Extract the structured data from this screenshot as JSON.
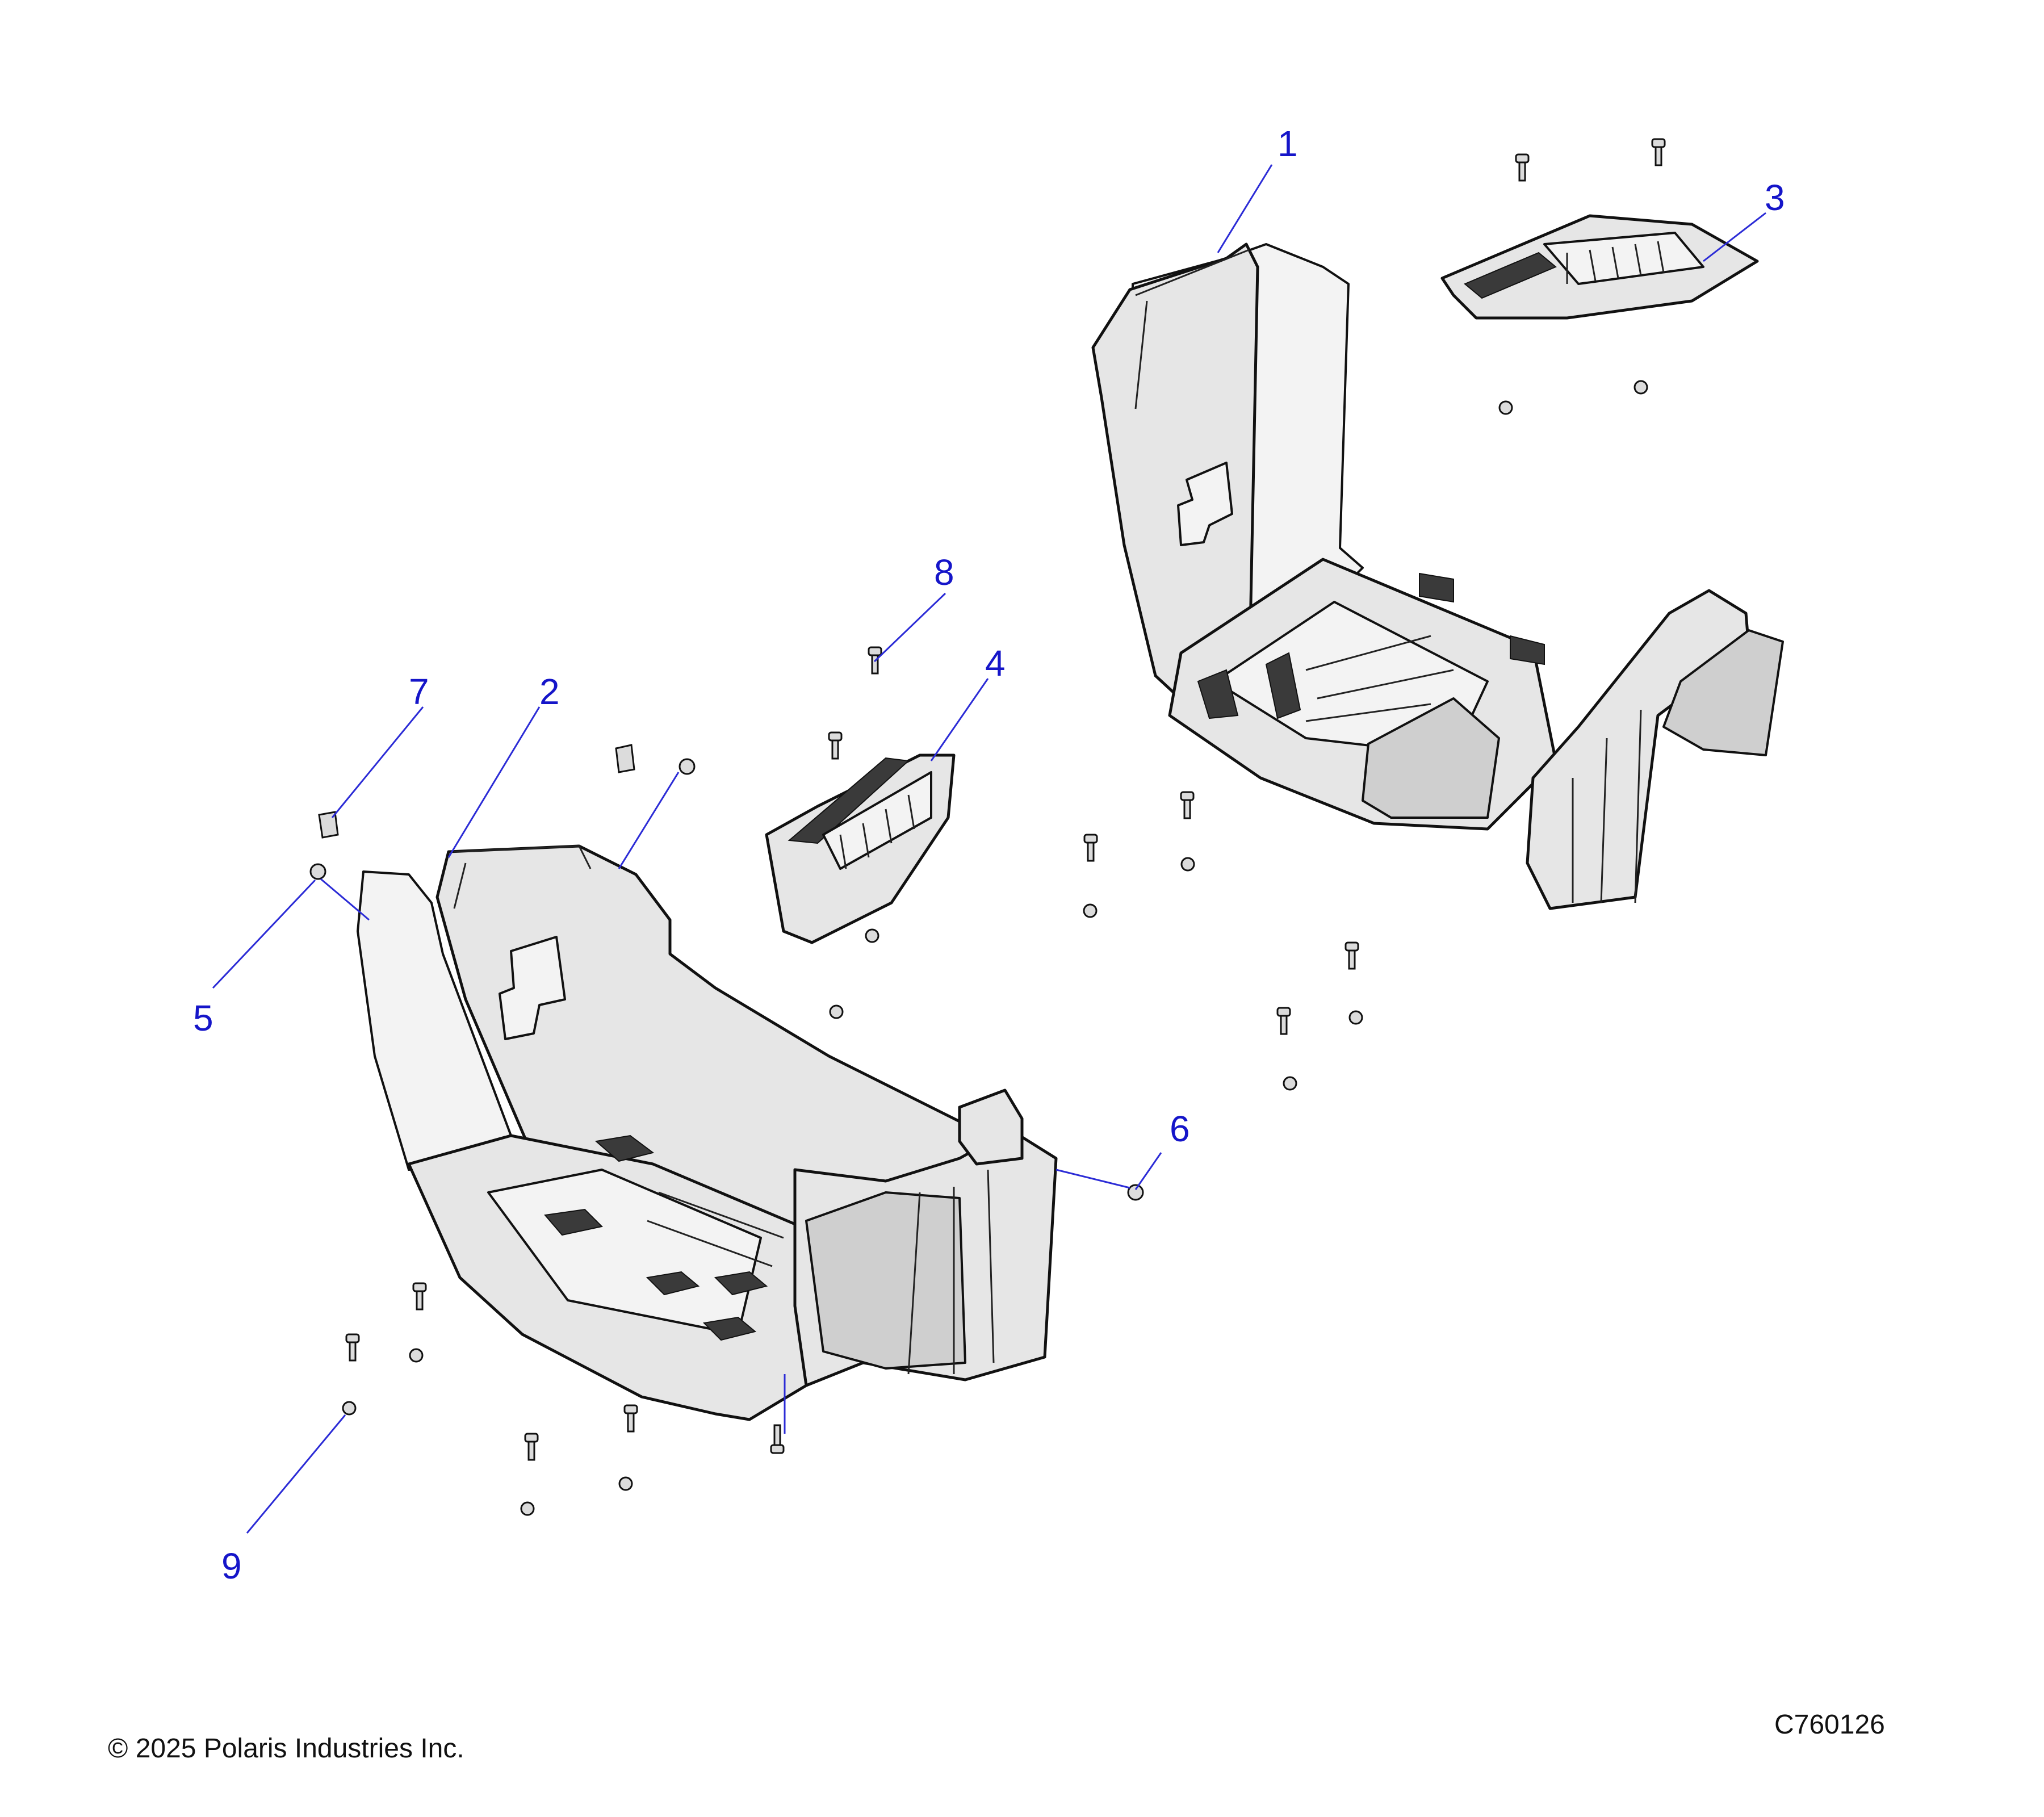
{
  "callouts": [
    "1",
    "2",
    "3",
    "4",
    "5",
    "6",
    "7",
    "8",
    "9"
  ],
  "footer": {
    "copyright": "© 2025 Polaris Industries Inc.",
    "drawing_number": "C760126"
  }
}
